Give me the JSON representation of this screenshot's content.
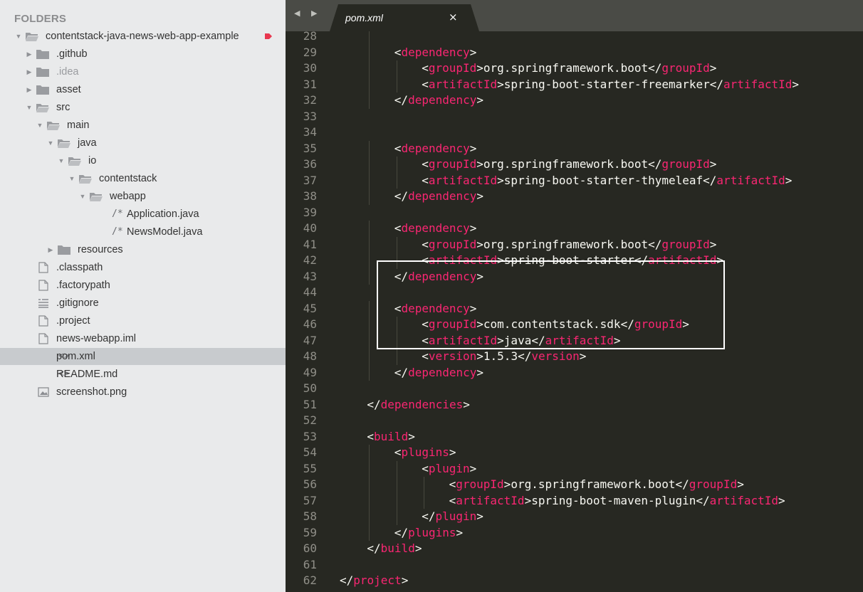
{
  "sidebar": {
    "heading": "FOLDERS",
    "tree": [
      {
        "label": "contentstack-java-news-web-app-example",
        "kind": "folder",
        "depth": 0,
        "state": "open"
      },
      {
        "label": ".github",
        "kind": "folder",
        "depth": 1,
        "state": "closed"
      },
      {
        "label": ".idea",
        "kind": "folder",
        "depth": 1,
        "state": "closed",
        "dim": true
      },
      {
        "label": "asset",
        "kind": "folder",
        "depth": 1,
        "state": "closed"
      },
      {
        "label": "src",
        "kind": "folder",
        "depth": 1,
        "state": "open"
      },
      {
        "label": "main",
        "kind": "folder",
        "depth": 2,
        "state": "open"
      },
      {
        "label": "java",
        "kind": "folder",
        "depth": 3,
        "state": "open"
      },
      {
        "label": "io",
        "kind": "folder",
        "depth": 4,
        "state": "open"
      },
      {
        "label": "contentstack",
        "kind": "folder",
        "depth": 5,
        "state": "open"
      },
      {
        "label": "webapp",
        "kind": "folder",
        "depth": 6,
        "state": "open"
      },
      {
        "label": "Application.java",
        "kind": "java",
        "glyph": "/*",
        "depth": 7
      },
      {
        "label": "NewsModel.java",
        "kind": "java",
        "glyph": "/*",
        "depth": 7
      },
      {
        "label": "resources",
        "kind": "folder",
        "depth": 3,
        "state": "closed"
      },
      {
        "label": ".classpath",
        "kind": "file",
        "depth": 2
      },
      {
        "label": ".factorypath",
        "kind": "file",
        "depth": 2
      },
      {
        "label": ".gitignore",
        "kind": "list",
        "depth": 2
      },
      {
        "label": ".project",
        "kind": "file",
        "depth": 2
      },
      {
        "label": "news-webapp.iml",
        "kind": "file",
        "depth": 2
      },
      {
        "label": "pom.xml",
        "kind": "code",
        "glyph": "<>",
        "depth": 2,
        "selected": true
      },
      {
        "label": "README.md",
        "kind": "code",
        "glyph": "<>",
        "depth": 2
      },
      {
        "label": "screenshot.png",
        "kind": "image",
        "depth": 2
      }
    ]
  },
  "tabs": {
    "nav_arrows": "◀ ▶",
    "active": {
      "label": "pom.xml",
      "close": "×"
    }
  },
  "editor": {
    "lines": [
      {
        "n": "28",
        "indent": 2,
        "parts": []
      },
      {
        "n": "29",
        "indent": 2,
        "parts": [
          [
            "p",
            "<"
          ],
          [
            "t",
            "dependency"
          ],
          [
            "p",
            ">"
          ]
        ]
      },
      {
        "n": "30",
        "indent": 3,
        "parts": [
          [
            "p",
            "<"
          ],
          [
            "t",
            "groupId"
          ],
          [
            "p",
            ">"
          ],
          [
            "x",
            "org.springframework.boot"
          ],
          [
            "p",
            "</"
          ],
          [
            "t",
            "groupId"
          ],
          [
            "p",
            ">"
          ]
        ]
      },
      {
        "n": "31",
        "indent": 3,
        "parts": [
          [
            "p",
            "<"
          ],
          [
            "t",
            "artifactId"
          ],
          [
            "p",
            ">"
          ],
          [
            "x",
            "spring-boot-starter-freemarker"
          ],
          [
            "p",
            "</"
          ],
          [
            "t",
            "artifactId"
          ],
          [
            "p",
            ">"
          ]
        ]
      },
      {
        "n": "32",
        "indent": 2,
        "parts": [
          [
            "p",
            "</"
          ],
          [
            "t",
            "dependency"
          ],
          [
            "p",
            ">"
          ]
        ]
      },
      {
        "n": "33",
        "indent": 0,
        "parts": []
      },
      {
        "n": "34",
        "indent": 0,
        "parts": []
      },
      {
        "n": "35",
        "indent": 2,
        "parts": [
          [
            "p",
            "<"
          ],
          [
            "t",
            "dependency"
          ],
          [
            "p",
            ">"
          ]
        ]
      },
      {
        "n": "36",
        "indent": 3,
        "parts": [
          [
            "p",
            "<"
          ],
          [
            "t",
            "groupId"
          ],
          [
            "p",
            ">"
          ],
          [
            "x",
            "org.springframework.boot"
          ],
          [
            "p",
            "</"
          ],
          [
            "t",
            "groupId"
          ],
          [
            "p",
            ">"
          ]
        ]
      },
      {
        "n": "37",
        "indent": 3,
        "parts": [
          [
            "p",
            "<"
          ],
          [
            "t",
            "artifactId"
          ],
          [
            "p",
            ">"
          ],
          [
            "x",
            "spring-boot-starter-thymeleaf"
          ],
          [
            "p",
            "</"
          ],
          [
            "t",
            "artifactId"
          ],
          [
            "p",
            ">"
          ]
        ]
      },
      {
        "n": "38",
        "indent": 2,
        "parts": [
          [
            "p",
            "</"
          ],
          [
            "t",
            "dependency"
          ],
          [
            "p",
            ">"
          ]
        ]
      },
      {
        "n": "39",
        "indent": 0,
        "parts": []
      },
      {
        "n": "40",
        "indent": 2,
        "parts": [
          [
            "p",
            "<"
          ],
          [
            "t",
            "dependency"
          ],
          [
            "p",
            ">"
          ]
        ]
      },
      {
        "n": "41",
        "indent": 3,
        "parts": [
          [
            "p",
            "<"
          ],
          [
            "t",
            "groupId"
          ],
          [
            "p",
            ">"
          ],
          [
            "x",
            "org.springframework.boot"
          ],
          [
            "p",
            "</"
          ],
          [
            "t",
            "groupId"
          ],
          [
            "p",
            ">"
          ]
        ]
      },
      {
        "n": "42",
        "indent": 3,
        "parts": [
          [
            "p",
            "<"
          ],
          [
            "t",
            "artifactId"
          ],
          [
            "p",
            ">"
          ],
          [
            "x",
            "spring-boot-starter"
          ],
          [
            "p",
            "</"
          ],
          [
            "t",
            "artifactId"
          ],
          [
            "p",
            ">"
          ]
        ]
      },
      {
        "n": "43",
        "indent": 2,
        "parts": [
          [
            "p",
            "</"
          ],
          [
            "t",
            "dependency"
          ],
          [
            "p",
            ">"
          ]
        ]
      },
      {
        "n": "44",
        "indent": 0,
        "parts": []
      },
      {
        "n": "45",
        "indent": 2,
        "parts": [
          [
            "p",
            "<"
          ],
          [
            "t",
            "dependency"
          ],
          [
            "p",
            ">"
          ]
        ]
      },
      {
        "n": "46",
        "indent": 3,
        "parts": [
          [
            "p",
            "<"
          ],
          [
            "t",
            "groupId"
          ],
          [
            "p",
            ">"
          ],
          [
            "x",
            "com.contentstack.sdk"
          ],
          [
            "p",
            "</"
          ],
          [
            "t",
            "groupId"
          ],
          [
            "p",
            ">"
          ]
        ]
      },
      {
        "n": "47",
        "indent": 3,
        "parts": [
          [
            "p",
            "<"
          ],
          [
            "t",
            "artifactId"
          ],
          [
            "p",
            ">"
          ],
          [
            "x",
            "java"
          ],
          [
            "p",
            "</"
          ],
          [
            "t",
            "artifactId"
          ],
          [
            "p",
            ">"
          ]
        ]
      },
      {
        "n": "48",
        "indent": 3,
        "parts": [
          [
            "p",
            "<"
          ],
          [
            "t",
            "version"
          ],
          [
            "p",
            ">"
          ],
          [
            "x",
            "1.5.3"
          ],
          [
            "p",
            "</"
          ],
          [
            "t",
            "version"
          ],
          [
            "p",
            ">"
          ]
        ]
      },
      {
        "n": "49",
        "indent": 2,
        "parts": [
          [
            "p",
            "</"
          ],
          [
            "t",
            "dependency"
          ],
          [
            "p",
            ">"
          ]
        ]
      },
      {
        "n": "50",
        "indent": 0,
        "parts": []
      },
      {
        "n": "51",
        "indent": 1,
        "parts": [
          [
            "p",
            "</"
          ],
          [
            "t",
            "dependencies"
          ],
          [
            "p",
            ">"
          ]
        ]
      },
      {
        "n": "52",
        "indent": 0,
        "parts": []
      },
      {
        "n": "53",
        "indent": 1,
        "parts": [
          [
            "p",
            "<"
          ],
          [
            "t",
            "build"
          ],
          [
            "p",
            ">"
          ]
        ]
      },
      {
        "n": "54",
        "indent": 2,
        "parts": [
          [
            "p",
            "<"
          ],
          [
            "t",
            "plugins"
          ],
          [
            "p",
            ">"
          ]
        ]
      },
      {
        "n": "55",
        "indent": 3,
        "parts": [
          [
            "p",
            "<"
          ],
          [
            "t",
            "plugin"
          ],
          [
            "p",
            ">"
          ]
        ]
      },
      {
        "n": "56",
        "indent": 4,
        "parts": [
          [
            "p",
            "<"
          ],
          [
            "t",
            "groupId"
          ],
          [
            "p",
            ">"
          ],
          [
            "x",
            "org.springframework.boot"
          ],
          [
            "p",
            "</"
          ],
          [
            "t",
            "groupId"
          ],
          [
            "p",
            ">"
          ]
        ]
      },
      {
        "n": "57",
        "indent": 4,
        "parts": [
          [
            "p",
            "<"
          ],
          [
            "t",
            "artifactId"
          ],
          [
            "p",
            ">"
          ],
          [
            "x",
            "spring-boot-maven-plugin"
          ],
          [
            "p",
            "</"
          ],
          [
            "t",
            "artifactId"
          ],
          [
            "p",
            ">"
          ]
        ]
      },
      {
        "n": "58",
        "indent": 3,
        "parts": [
          [
            "p",
            "</"
          ],
          [
            "t",
            "plugin"
          ],
          [
            "p",
            ">"
          ]
        ]
      },
      {
        "n": "59",
        "indent": 2,
        "parts": [
          [
            "p",
            "</"
          ],
          [
            "t",
            "plugins"
          ],
          [
            "p",
            ">"
          ]
        ]
      },
      {
        "n": "60",
        "indent": 1,
        "parts": [
          [
            "p",
            "</"
          ],
          [
            "t",
            "build"
          ],
          [
            "p",
            ">"
          ]
        ]
      },
      {
        "n": "61",
        "indent": 0,
        "parts": []
      },
      {
        "n": "62",
        "indent": 0,
        "parts": [
          [
            "p",
            "</"
          ],
          [
            "t",
            "project"
          ],
          [
            "p",
            ">"
          ]
        ]
      }
    ]
  },
  "colors": {
    "tag": "#f92672",
    "text": "#f8f8f2",
    "line_number": "#908f88",
    "editor_bg": "#272822",
    "sidebar_bg": "#e9eaeb",
    "selection": "#c8cbce",
    "modified_dot": "#e8374f"
  }
}
